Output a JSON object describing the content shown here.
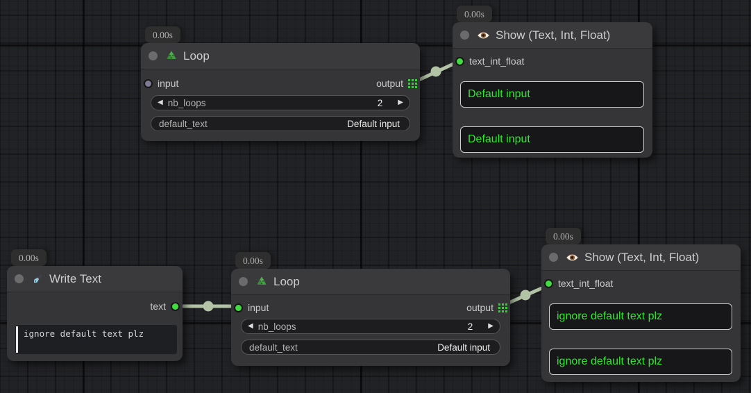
{
  "colors": {
    "wire": "#b3c3a6",
    "port_connected": "#40dc40",
    "port_unconnected": "#7e7a94",
    "display_text_green": "#2ee82e",
    "output_grid_icon_green": "#3ecb3e",
    "node_background": "#353537"
  },
  "nodes": {
    "loop_top": {
      "badge": "0.00s",
      "title": "Loop",
      "icon": "recycle-icon",
      "input_label": "input",
      "output_label": "output",
      "widgets": {
        "nb_loops": {
          "name": "nb_loops",
          "value": "2"
        },
        "default_text": {
          "name": "default_text",
          "value": "Default input"
        }
      }
    },
    "show_top": {
      "badge": "0.00s",
      "title": "Show (Text, Int, Float)",
      "icon": "eye-icon",
      "input_label": "text_int_float",
      "boxes": [
        "Default input",
        "Default input"
      ]
    },
    "write_text": {
      "badge": "0.00s",
      "title": "Write Text",
      "icon": "pen-icon",
      "output_label": "text",
      "text_value": "ignore default text plz"
    },
    "loop_bottom": {
      "badge": "0.00s",
      "title": "Loop",
      "icon": "recycle-icon",
      "input_label": "input",
      "output_label": "output",
      "widgets": {
        "nb_loops": {
          "name": "nb_loops",
          "value": "2"
        },
        "default_text": {
          "name": "default_text",
          "value": "Default input"
        }
      }
    },
    "show_bottom": {
      "badge": "0.00s",
      "title": "Show (Text, Int, Float)",
      "icon": "eye-icon",
      "input_label": "text_int_float",
      "boxes": [
        "ignore default text plz",
        "ignore default text plz"
      ]
    }
  }
}
